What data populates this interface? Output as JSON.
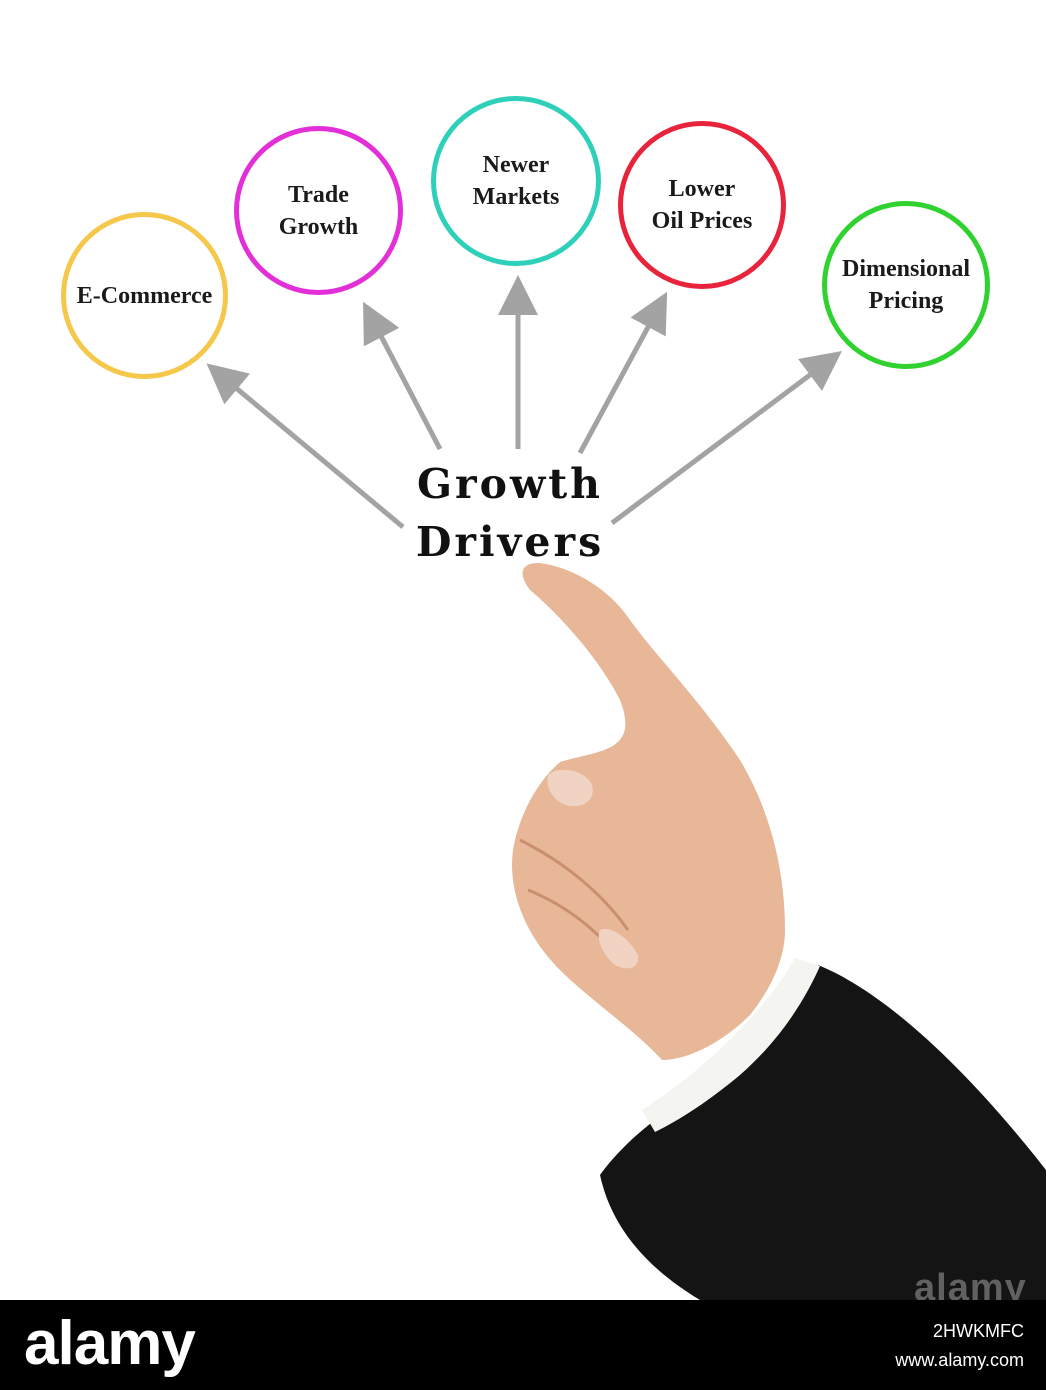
{
  "diagram": {
    "center_label": "Growth\nDrivers",
    "drivers": [
      {
        "label": "E-Commerce",
        "color": "#F5C74A"
      },
      {
        "label": "Trade\nGrowth",
        "color": "#E32FD8"
      },
      {
        "label": "Newer\nMarkets",
        "color": "#2ED0BA"
      },
      {
        "label": "Lower\nOil Prices",
        "color": "#E8243C"
      },
      {
        "label": "Dimensional\nPricing",
        "color": "#2FD22F"
      }
    ],
    "arrow_color": "#A3A3A3"
  },
  "watermark": {
    "text": "alamy"
  },
  "footer": {
    "logo": "alamy",
    "image_id": "2HWKMFC",
    "url": "www.alamy.com"
  }
}
